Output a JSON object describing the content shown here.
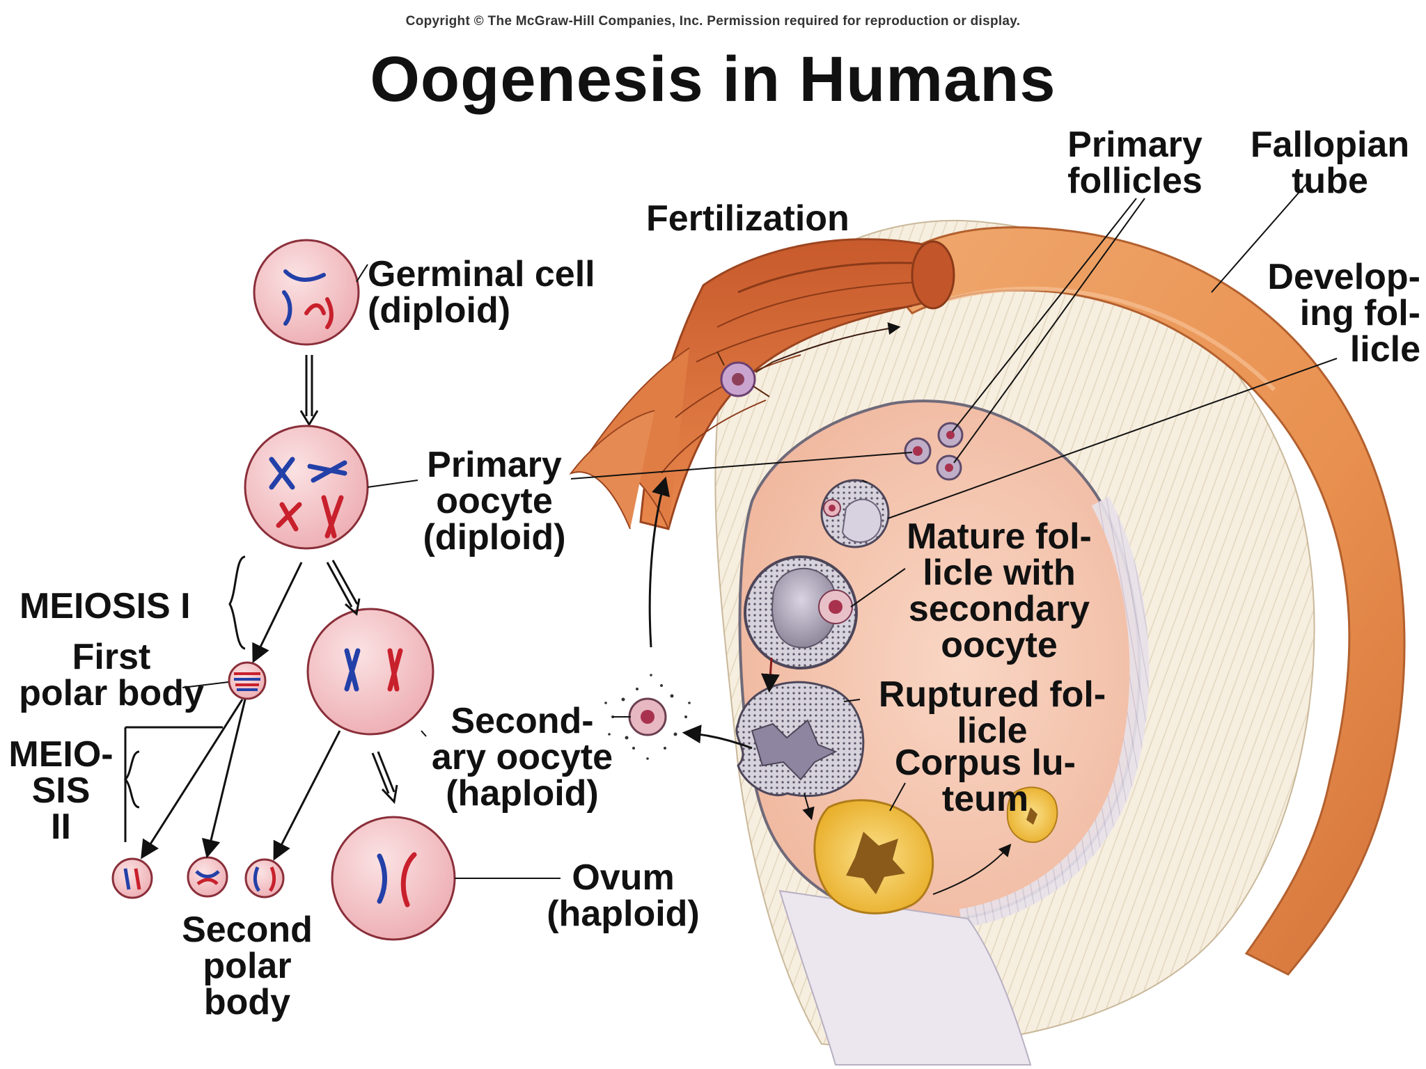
{
  "header": {
    "copyright": "Copyright © The McGraw-Hill Companies, Inc. Permission required for reproduction or display.",
    "title": "Oogenesis in Humans"
  },
  "labels": {
    "fertilization": "Fertilization",
    "primary_follicles": "Primary\nfollicles",
    "fallopian_tube": "Fallopian\ntube",
    "developing_follicle": "Develop-\ning fol-\nlicle",
    "germinal_cell": "Germinal cell\n(diploid)",
    "primary_oocyte": "Primary\noocyte\n(diploid)",
    "meiosis_1": "MEIOSIS I",
    "first_polar_body": "First\npolar body",
    "meiosis_2": "MEIO-\nSIS\nII",
    "secondary_oocyte": "Second-\nary oocyte\n(haploid)",
    "mature_follicle": "Mature fol-\nlicle with\nsecondary\noocyte",
    "ruptured_follicle": "Ruptured fol-\nlicle",
    "corpus_luteum": "Corpus lu-\nteum",
    "ovum": "Ovum\n(haploid)",
    "second_polar_body": "Second\npolar\nbody"
  },
  "colors": {
    "cell_fill": "#f3bfc3",
    "cell_stroke": "#8a2f3a",
    "chromosome_red": "#c8202c",
    "chromosome_blue": "#2340a8",
    "tube_orange": "#e48a4c",
    "ovary_pink": "#f4c2a8",
    "follicle_gray": "#b9b3c4",
    "corpus_yellow": "#f2c23a"
  }
}
